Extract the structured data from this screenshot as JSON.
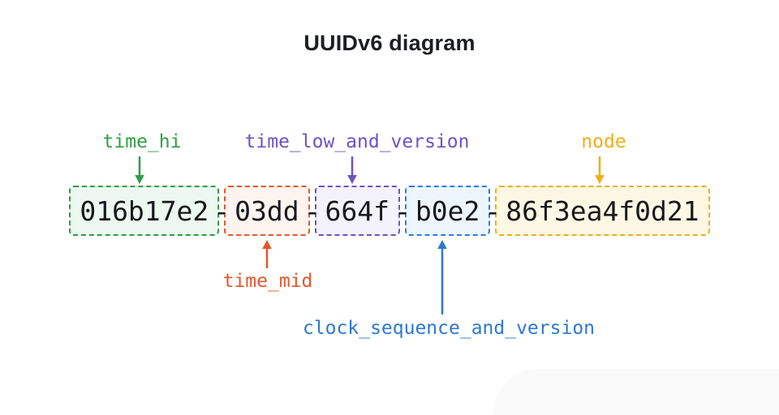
{
  "title": "UUIDv6 diagram",
  "uuid": {
    "value": "016b17e2-03dd-664f-b0e2-86f3ea4f0d21",
    "separator": "-",
    "segments": [
      {
        "name": "time_hi",
        "text": "016b17e2",
        "color": "#2f9e48",
        "background": "#edf9f0"
      },
      {
        "name": "time_mid",
        "text": "03dd",
        "color": "#e4572e",
        "background": "#fdf4f0"
      },
      {
        "name": "time_low_and_version",
        "text": "664f",
        "color": "#6d52c6",
        "background": "#f4f2fc"
      },
      {
        "name": "clock_sequence_and_version",
        "text": "b0e2",
        "color": "#2e7fe0",
        "background": "#edf5fd"
      },
      {
        "name": "node",
        "text": "86f3ea4f0d21",
        "color": "#efae1b",
        "background": "#fcf8e3"
      }
    ]
  },
  "labels": {
    "time_hi": "time_hi",
    "time_mid": "time_mid",
    "time_low_and_version": "time_low_and_version",
    "clock_sequence_and_version": "clock_sequence_and_version",
    "node": "node"
  },
  "text_color": "#17191c"
}
